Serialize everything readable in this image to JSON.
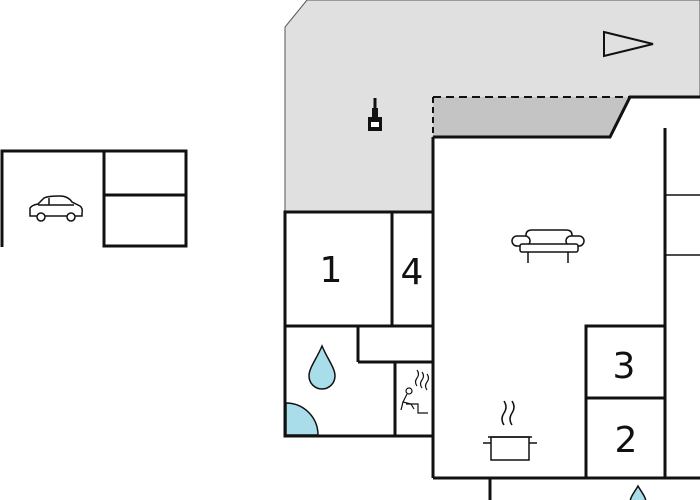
{
  "floorplan": {
    "rooms": [
      {
        "label": "1"
      },
      {
        "label": "2"
      },
      {
        "label": "3"
      },
      {
        "label": "4"
      }
    ],
    "icons": [
      "car-icon",
      "sofa-icon",
      "water-drop-icon",
      "sauna-icon",
      "cooking-pot-icon",
      "heater-icon",
      "direction-arrow-icon"
    ],
    "colors": {
      "terrace": "#e0e0e0",
      "covered": "#c4c4c4",
      "water": "#a8dde9",
      "walls": "#111111"
    }
  }
}
